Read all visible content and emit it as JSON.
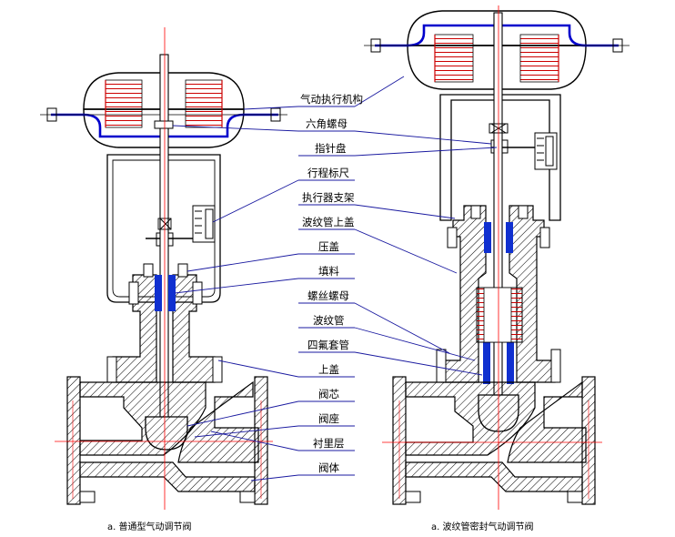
{
  "labels": [
    "气动执行机构",
    "六角螺母",
    "指针盘",
    "行程标尺",
    "执行器支架",
    "波纹管上盖",
    "压盖",
    "填料",
    "螺丝螺母",
    "波纹管",
    "四氟套管",
    "上盖",
    "阀芯",
    "阀座",
    "衬里层",
    "阀体"
  ],
  "captions": {
    "left": "a. 普通型气动调节阀",
    "right": "a. 波纹管密封气动调节阀"
  },
  "colors": {
    "line": "#000000",
    "diaphragm": "#0000cc",
    "spring": "#cc0000",
    "centerline": "#ff0000",
    "leader": "#1a1aa0",
    "packing": "#1030d0",
    "hatch": "#000000"
  }
}
